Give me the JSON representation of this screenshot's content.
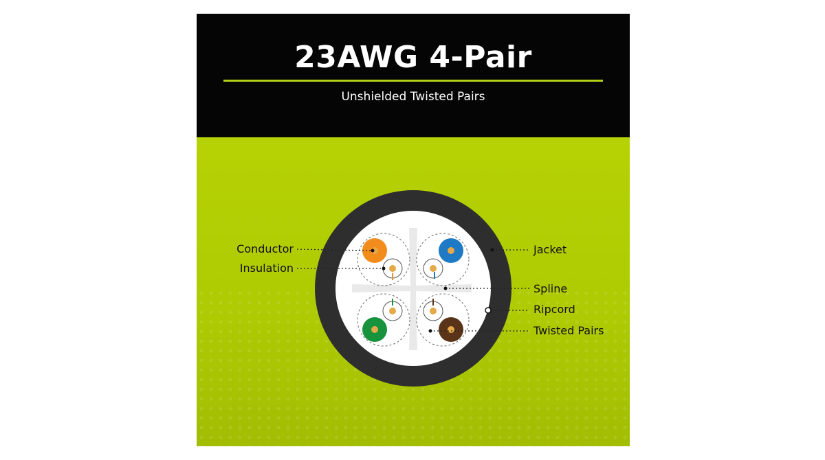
{
  "header": {
    "title": "23AWG 4-Pair",
    "subtitle": "Unshielded Twisted Pairs"
  },
  "labels": {
    "conductor": "Conductor",
    "insulation": "Insulation",
    "jacket": "Jacket",
    "spline": "Spline",
    "ripcord": "Ripcord",
    "twisted_pairs": "Twisted Pairs"
  },
  "colors": {
    "header_bg": "#050505",
    "accent_green": "#b3cf1a",
    "jacket": "#2e2e2e",
    "pair_orange": "#f28c1c",
    "pair_blue": "#1e7ac4",
    "pair_green": "#17933e",
    "pair_brown": "#5a3418",
    "conductor_copper": "#e6a94a"
  }
}
